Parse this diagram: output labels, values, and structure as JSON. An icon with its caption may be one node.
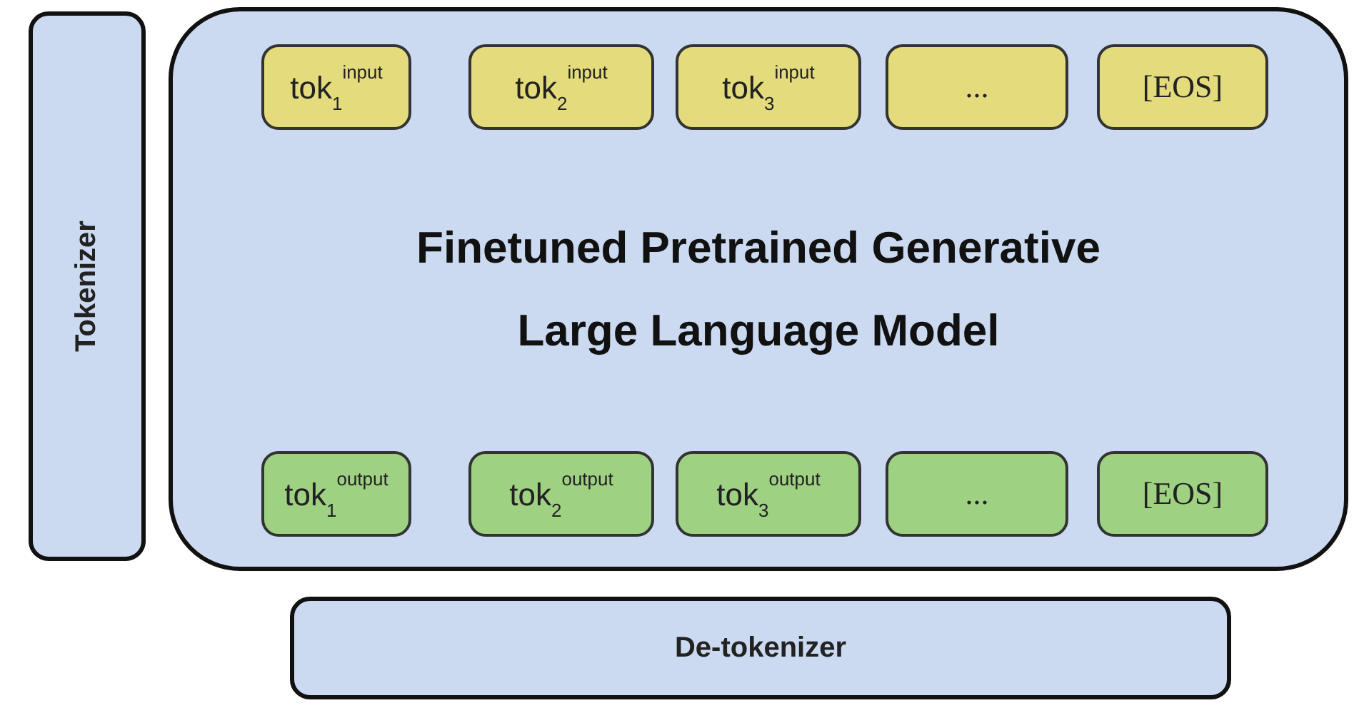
{
  "diagram": {
    "nodes": [
      {
        "text": [
          "Tokenizer"
        ]
      },
      {
        "text": [
          "Finetuned Pretrained Generative Large Language Model"
        ]
      },
      {
        "text": [
          "tok$_{1}$$^{input}$"
        ],
        "in": 1
      },
      {
        "text": [
          "tok$_{2}$$^{input}$"
        ],
        "in": 1
      },
      {
        "text": [
          "tok$_{3}$$^{input}$"
        ],
        "in": 1
      },
      {
        "text": [
          "..."
        ],
        "in": 1
      },
      {
        "text": [
          "[EOS]"
        ],
        "in": 1
      },
      {
        "text": [
          "tok$_{1}$$^{output}$"
        ],
        "in": 1
      },
      {
        "text": [
          "tok$_{2}$$^{output}$"
        ],
        "in": 1
      },
      {
        "text": [
          "tok$_{3}$$^{output}$"
        ],
        "in": 1
      },
      {
        "text": [
          "..."
        ],
        "in": 1
      },
      {
        "text": [
          "[EOS]"
        ],
        "in": 1
      },
      {
        "text": [
          "De-tokenizer"
        ]
      }
    ],
    "edges": []
  }
}
